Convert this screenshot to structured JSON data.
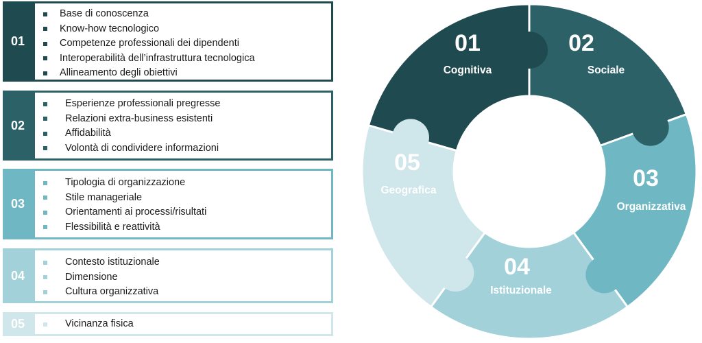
{
  "rows": [
    {
      "num": "01",
      "color": "#1f4a4f",
      "items": [
        "Base di conoscenza",
        "Know-how tecnologico",
        "Competenze professionali dei dipendenti",
        "Interoperabilità dell’infrastruttura tecnologica",
        "Allineamento degli obiettivi"
      ]
    },
    {
      "num": "02",
      "color": "#2d6168",
      "items": [
        "Esperienze professionali pregresse",
        "Relazioni extra-business esistenti",
        "Affidabilità",
        "Volontà di condividere informazioni"
      ]
    },
    {
      "num": "03",
      "color": "#6fb8c3",
      "items": [
        "Tipologia di organizzazione",
        "Stile manageriale",
        "Orientamenti ai processi/risultati",
        "Flessibilità e reattività"
      ]
    },
    {
      "num": "04",
      "color": "#a2d1d9",
      "items": [
        "Contesto istituzionale",
        "Dimensione",
        "Cultura organizzativa"
      ]
    },
    {
      "num": "05",
      "color": "#cfe6eb",
      "items": [
        "Vicinanza fisica"
      ]
    }
  ],
  "segments": [
    {
      "num": "01",
      "label": "Cognitiva",
      "color": "#1f4a4f"
    },
    {
      "num": "02",
      "label": "Sociale",
      "color": "#2d6168"
    },
    {
      "num": "03",
      "label": "Organizzativa",
      "color": "#6fb8c3"
    },
    {
      "num": "04",
      "label": "Istituzionale",
      "color": "#a2d1d9"
    },
    {
      "num": "05",
      "label": "Geografica",
      "color": "#cfe6eb"
    }
  ]
}
